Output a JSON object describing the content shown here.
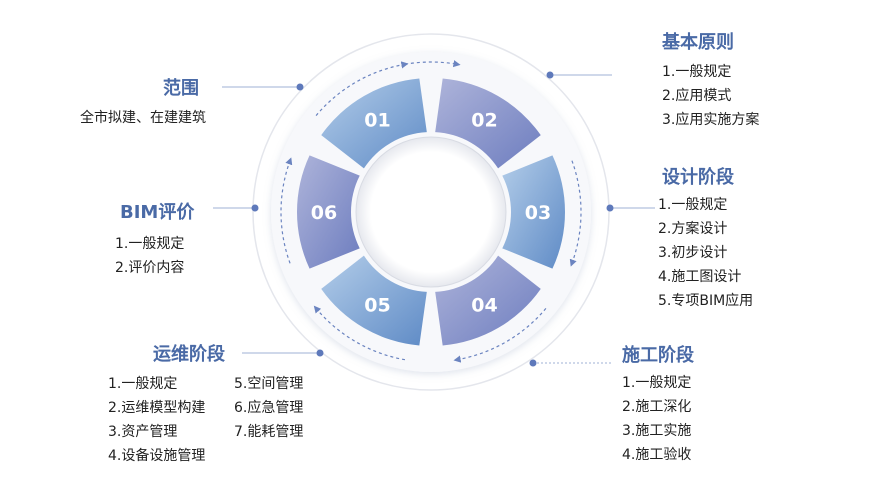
{
  "segments": [
    "01",
    "02",
    "03",
    "04",
    "05",
    "06"
  ],
  "colors": {
    "title": "#4a6aa6",
    "text": "#222222",
    "segment_light": "#b9d2ec",
    "segment_dark": "#6b93c9",
    "segment_purple": "#8c94c8",
    "connector": "#6b84c0"
  },
  "scope": {
    "title": "范围",
    "desc": "全市拟建、在建建筑"
  },
  "basic_principles": {
    "title": "基本原则",
    "items": [
      "1.一般规定",
      "2.应用模式",
      "3.应用实施方案"
    ]
  },
  "design_stage": {
    "title": "设计阶段",
    "items": [
      "1.一般规定",
      "2.方案设计",
      "3.初步设计",
      "4.施工图设计",
      "5.专项BIM应用"
    ]
  },
  "construction_stage": {
    "title": "施工阶段",
    "items": [
      "1.一般规定",
      "2.施工深化",
      "3.施工实施",
      "4.施工验收"
    ]
  },
  "bim_evaluation": {
    "title": "BIM评价",
    "items": [
      "1.一般规定",
      "2.评价内容"
    ]
  },
  "operation_stage": {
    "title": "运维阶段",
    "items_col1": [
      "1.一般规定",
      "2.运维模型构建",
      "3.资产管理",
      "4.设备设施管理"
    ],
    "items_col2": [
      "5.空间管理",
      "6.应急管理",
      "7.能耗管理"
    ]
  }
}
